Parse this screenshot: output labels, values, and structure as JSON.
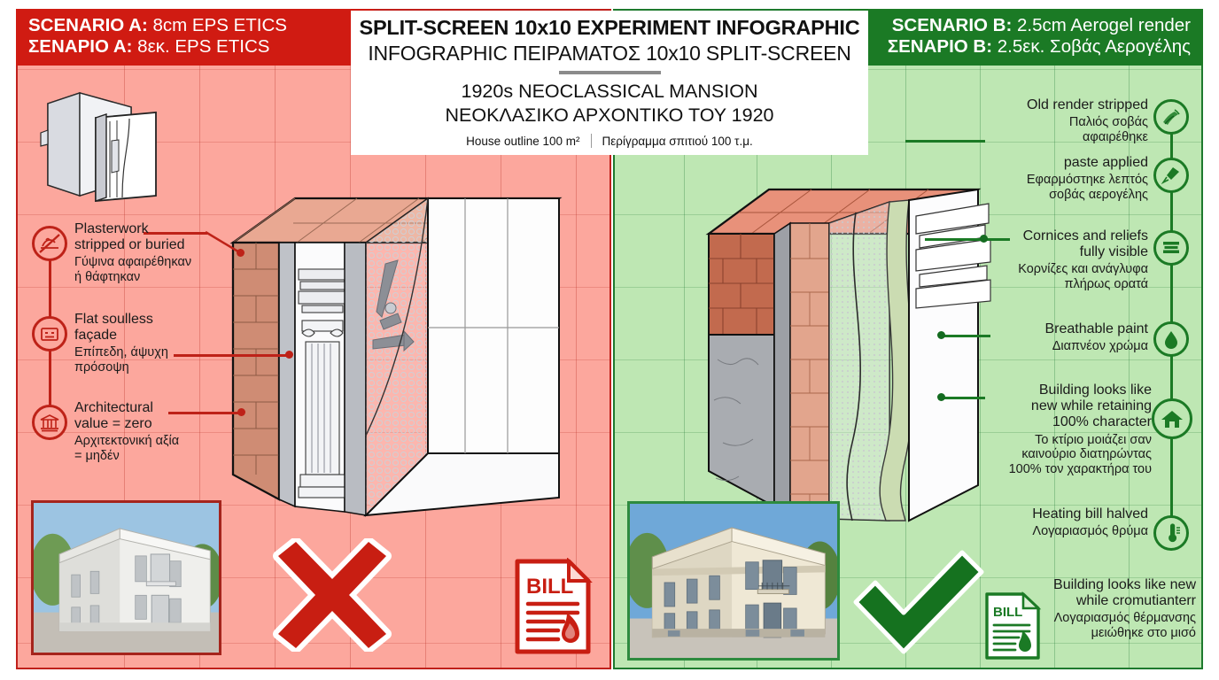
{
  "meta": {
    "left_bg": "#FCA79D",
    "right_bg": "#BEE7B3",
    "left_accent": "#D01B12",
    "right_accent": "#1B7A25"
  },
  "center_title": {
    "line_en": "SPLIT-SCREEN 10x10 EXPERIMENT INFOGRAPHIC",
    "line_gr": "INFOGRAPHIC ΠΕΙΡΑΜΑΤΟΣ 10x10 SPLIT-SCREEN",
    "sub_en": "1920s NEOCLASSICAL MANSION",
    "sub_gr": "ΝΕΟΚΛΑΣΙΚΟ ΑΡΧΟΝΤΙΚΟ ΤΟΥ 1920",
    "note_en": "House outline 100 m²",
    "note_gr": "Περίγραμμα σπιτιού 100 τ.μ."
  },
  "scenario_a": {
    "label": "SCENARIO A:",
    "value": " 8cm EPS ETICS",
    "label_gr": "ΣΕΝΑΡΙΟ Α:",
    "value_gr": " 8εκ. EPS ETICS"
  },
  "scenario_b": {
    "label": "SCENARIO B:",
    "value": " 2.5cm Aerogel render",
    "label_gr": "ΣΕΝΑΡΙΟ Β:",
    "value_gr": " 2.5εκ. Σοβάς Αερογέλης"
  },
  "left_callouts": [
    {
      "icon": "no-plaster-icon",
      "en": "Plasterwork\nstripped or buried",
      "gr": "Γύψινα αφαιρέθηκαν\nή θάφτηκαν"
    },
    {
      "icon": "flat-face-icon",
      "en": "Flat soulless\nfaçade",
      "gr": "Επίπεδη, άψυχη\nπρόσοψη"
    },
    {
      "icon": "classical-building-icon",
      "en": "Architectural\nvalue = zero",
      "gr": "Αρχιτεκτονική αξία\n= μηδέν"
    }
  ],
  "right_callouts": [
    {
      "icon": "scraper-hand-icon",
      "en": "Old render stripped",
      "gr": "Παλιός σοβάς\nαφαιρέθηκε"
    },
    {
      "icon": "trowel-icon",
      "en": "paste applied",
      "gr": "Εφαρμόστηκε λεπτός\nσοβάς αερογέλης"
    },
    {
      "icon": "cornice-icon",
      "en": "Cornices and reliefs\nfully visible",
      "gr": "Κορνίζες και ανάγλυφα\nπλήρως ορατά"
    },
    {
      "icon": "droplet-icon",
      "en": "Breathable paint",
      "gr": "Διαπνέον χρώμα"
    },
    {
      "icon": "house-icon",
      "en": "Building looks like\nnew while retaining\n100% character",
      "gr": "Το κτίριο μοιάζει σαν\nκαινούριο διατηρώντας\n100% τον χαρακτήρα του"
    },
    {
      "icon": "thermometer-icon",
      "en": "Heating bill halved",
      "gr": "Λογαριασμός θρύμα"
    }
  ],
  "right_footer": {
    "icon": "bill-flame-icon",
    "en": "Building looks like new\nwhile cromutianterr",
    "gr": "Λογαριασμός θέρμανσης\nμειώθηκε στο μισό"
  },
  "bill_left": {
    "icon": "bill-flame-icon",
    "label": "BILL"
  },
  "bill_right": {
    "icon": "bill-flame-icon",
    "label": "BILL"
  },
  "marks": {
    "left": "cross-mark",
    "right": "check-mark"
  },
  "photos": {
    "left_alt": "stripped-flat-facade-building-render",
    "right_alt": "restored-neoclassical-building-render"
  }
}
